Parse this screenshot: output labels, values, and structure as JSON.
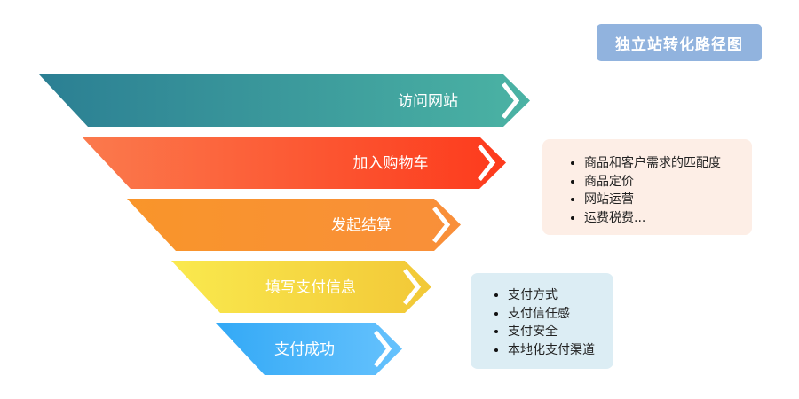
{
  "title": "独立站转化路径图",
  "stages": [
    {
      "label": "访问网站",
      "color_start": "#2b7f93",
      "color_end": "#4bb3a4"
    },
    {
      "label": "加入购物车",
      "color_start": "#fb7a4d",
      "color_end": "#fd3a1c"
    },
    {
      "label": "发起结算",
      "color_start": "#f9952a",
      "color_end": "#f98f3a"
    },
    {
      "label": "填写支付信息",
      "color_start": "#fae94e",
      "color_end": "#f2c837"
    },
    {
      "label": "支付成功",
      "color_start": "#33a9f6",
      "color_end": "#66c2fd"
    }
  ],
  "notes": [
    {
      "items": [
        "商品和客户需求的匹配度",
        "商品定价",
        "网站运营",
        "运费税费..."
      ]
    },
    {
      "items": [
        "支付方式",
        "支付信任感",
        "支付安全",
        "本地化支付渠道"
      ]
    }
  ]
}
